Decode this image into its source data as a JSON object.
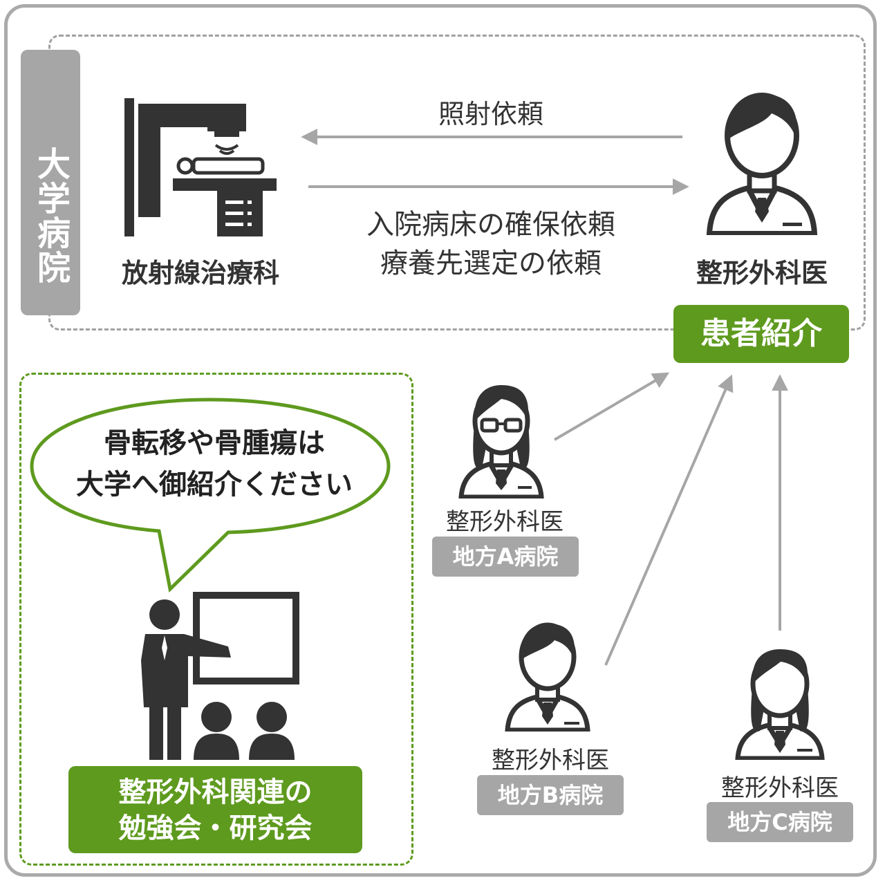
{
  "university_hospital": {
    "label": "大学病院"
  },
  "radiation": {
    "label": "放射線治療科"
  },
  "ortho_main": {
    "label": "整形外科医",
    "badge": "患者紹介"
  },
  "arrows": {
    "request_irradiation": "照射依頼",
    "request_bed_line1": "入院病床の確保依頼",
    "request_bed_line2": "療養先選定の依頼"
  },
  "speech": {
    "line1": "骨転移や骨腫瘍は",
    "line2": "大学へ御紹介ください"
  },
  "study": {
    "line1": "整形外科関連の",
    "line2": "勉強会・研究会"
  },
  "doctors": [
    {
      "label": "整形外科医",
      "hospital": "地方A病院"
    },
    {
      "label": "整形外科医",
      "hospital": "地方B病院"
    },
    {
      "label": "整形外科医",
      "hospital": "地方C病院"
    }
  ],
  "colors": {
    "accent_green": "#5e9a1e",
    "badge_gray": "#a6a6a6",
    "icon_dark": "#333333",
    "arrow_gray": "#a6a6a6"
  }
}
